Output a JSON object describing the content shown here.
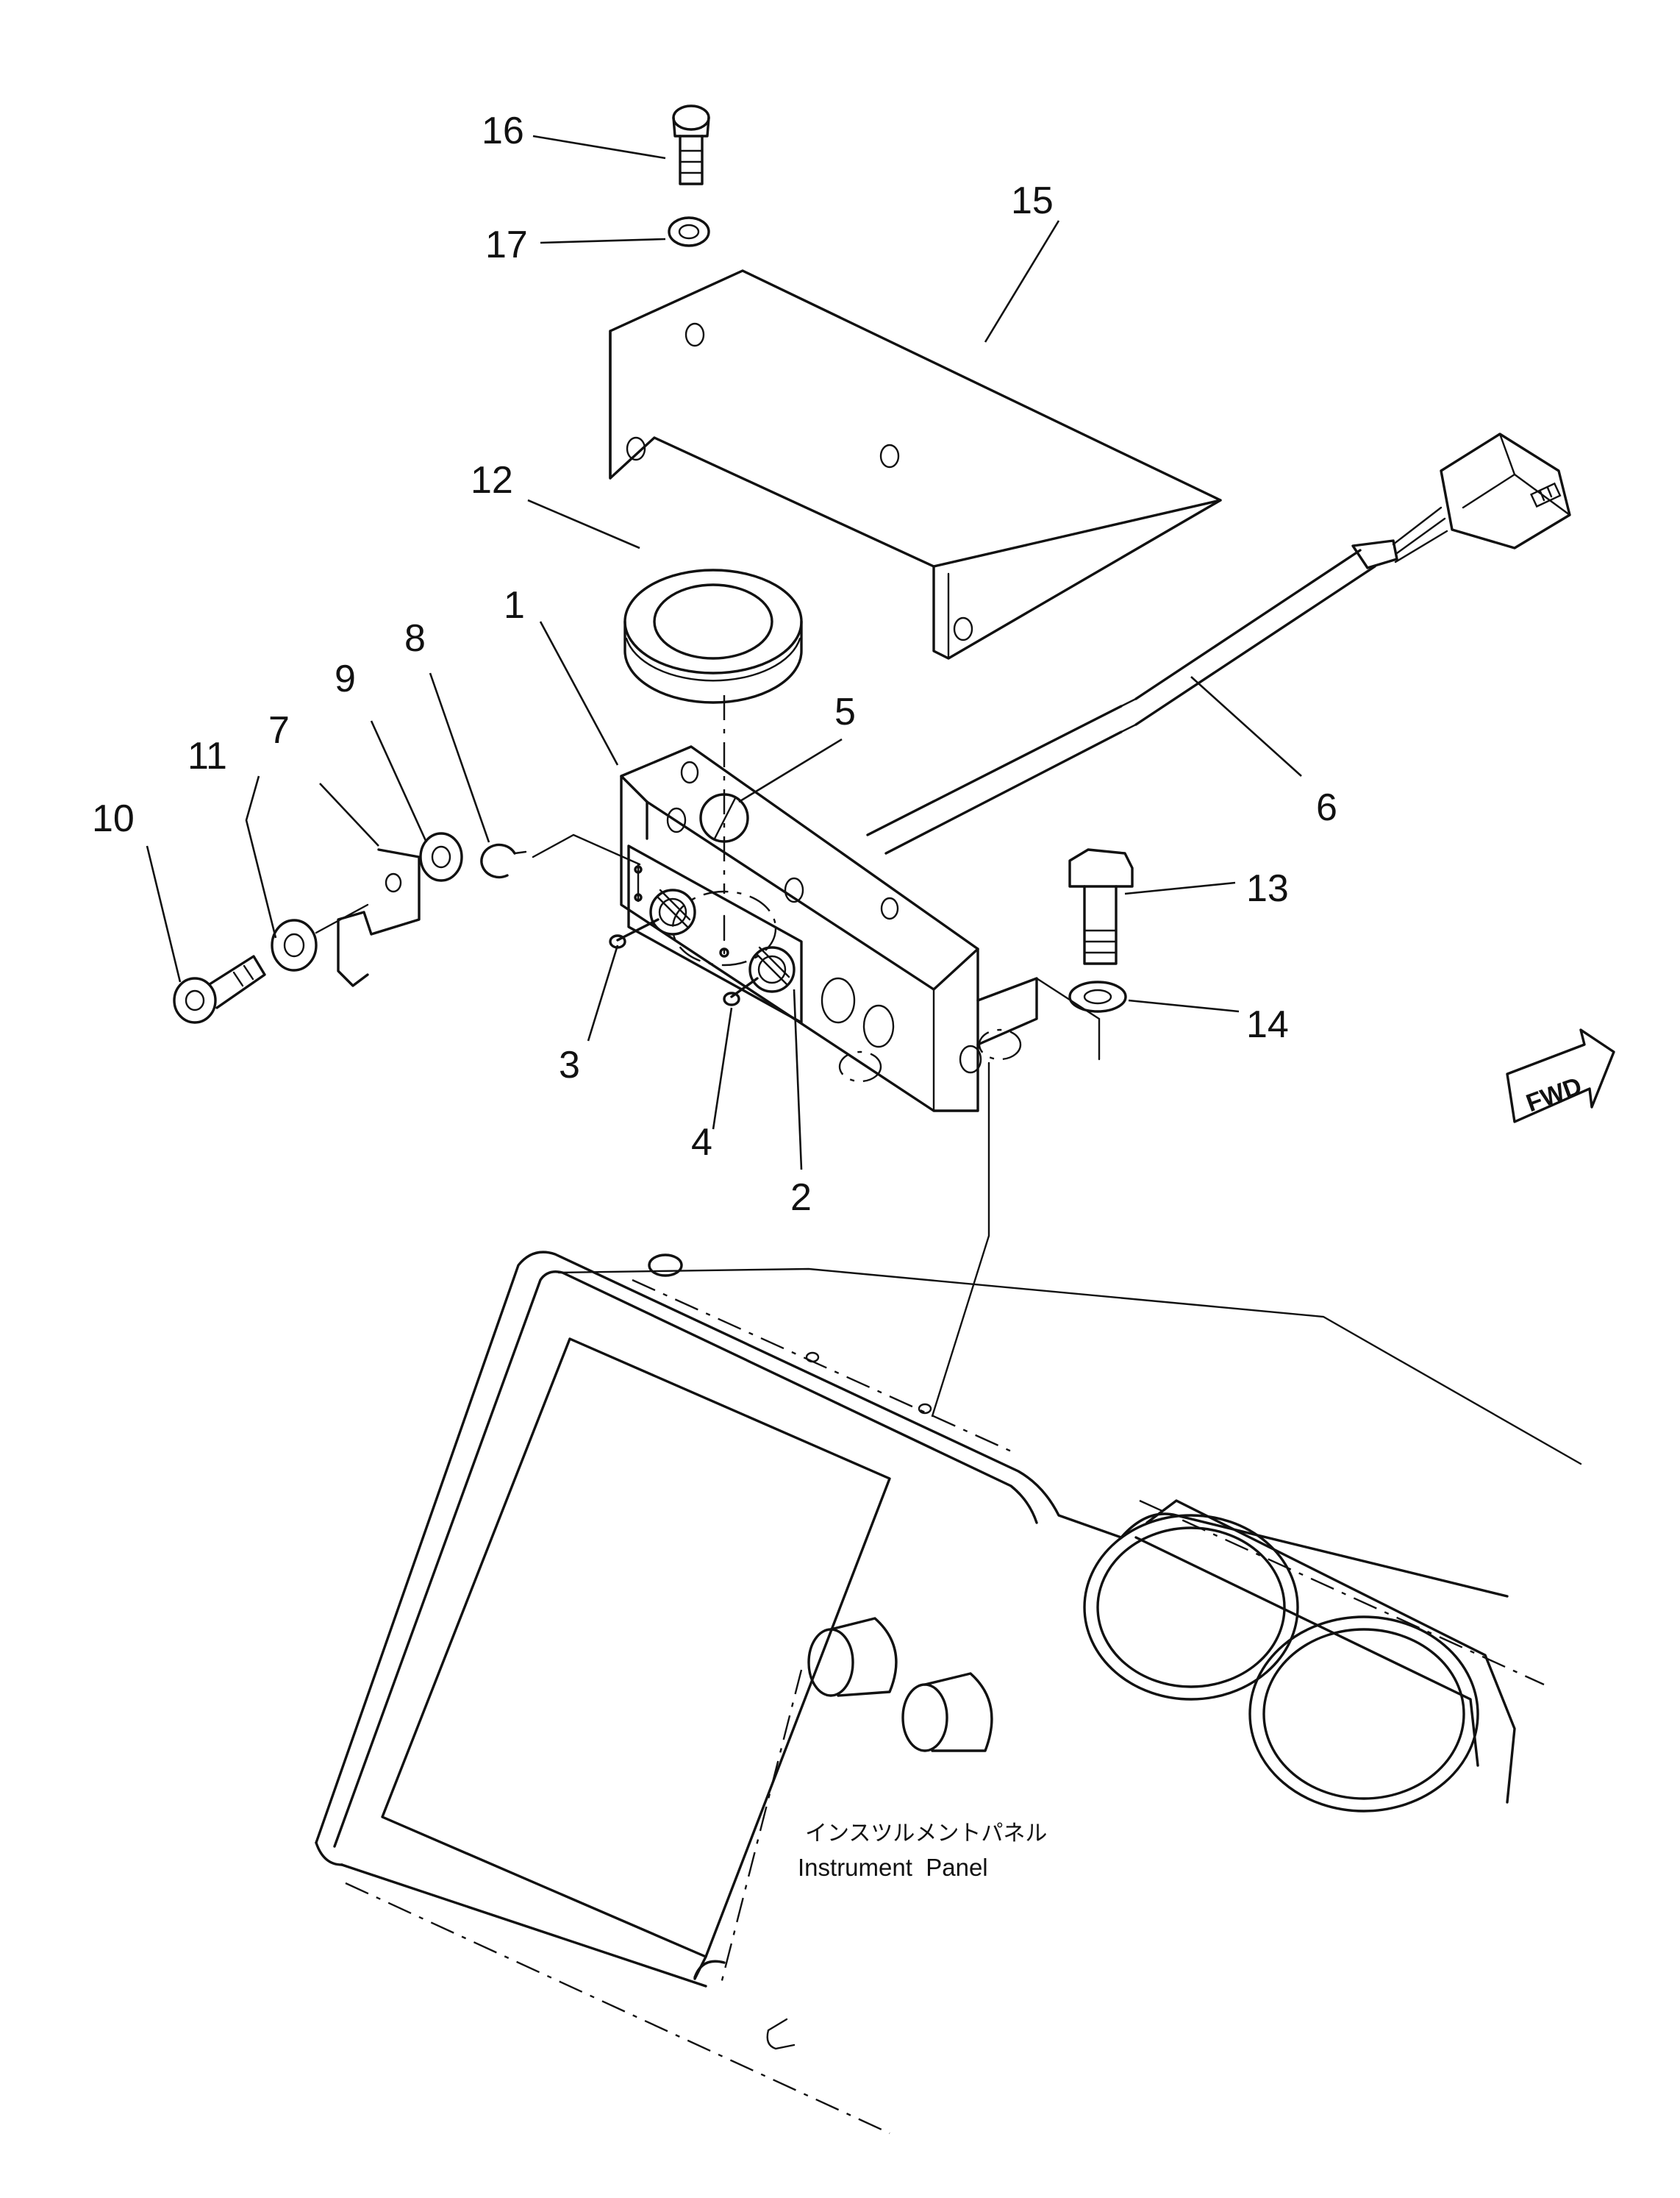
{
  "callouts": [
    "1",
    "2",
    "3",
    "4",
    "5",
    "6",
    "7",
    "8",
    "9",
    "10",
    "11",
    "12",
    "13",
    "14",
    "15",
    "16",
    "17"
  ],
  "panel_label": {
    "japanese": "インスツルメントパネル",
    "english": "Instrument  Panel"
  },
  "direction_arrow": {
    "label": "FWD",
    "icon": "fwd-arrow-icon"
  }
}
